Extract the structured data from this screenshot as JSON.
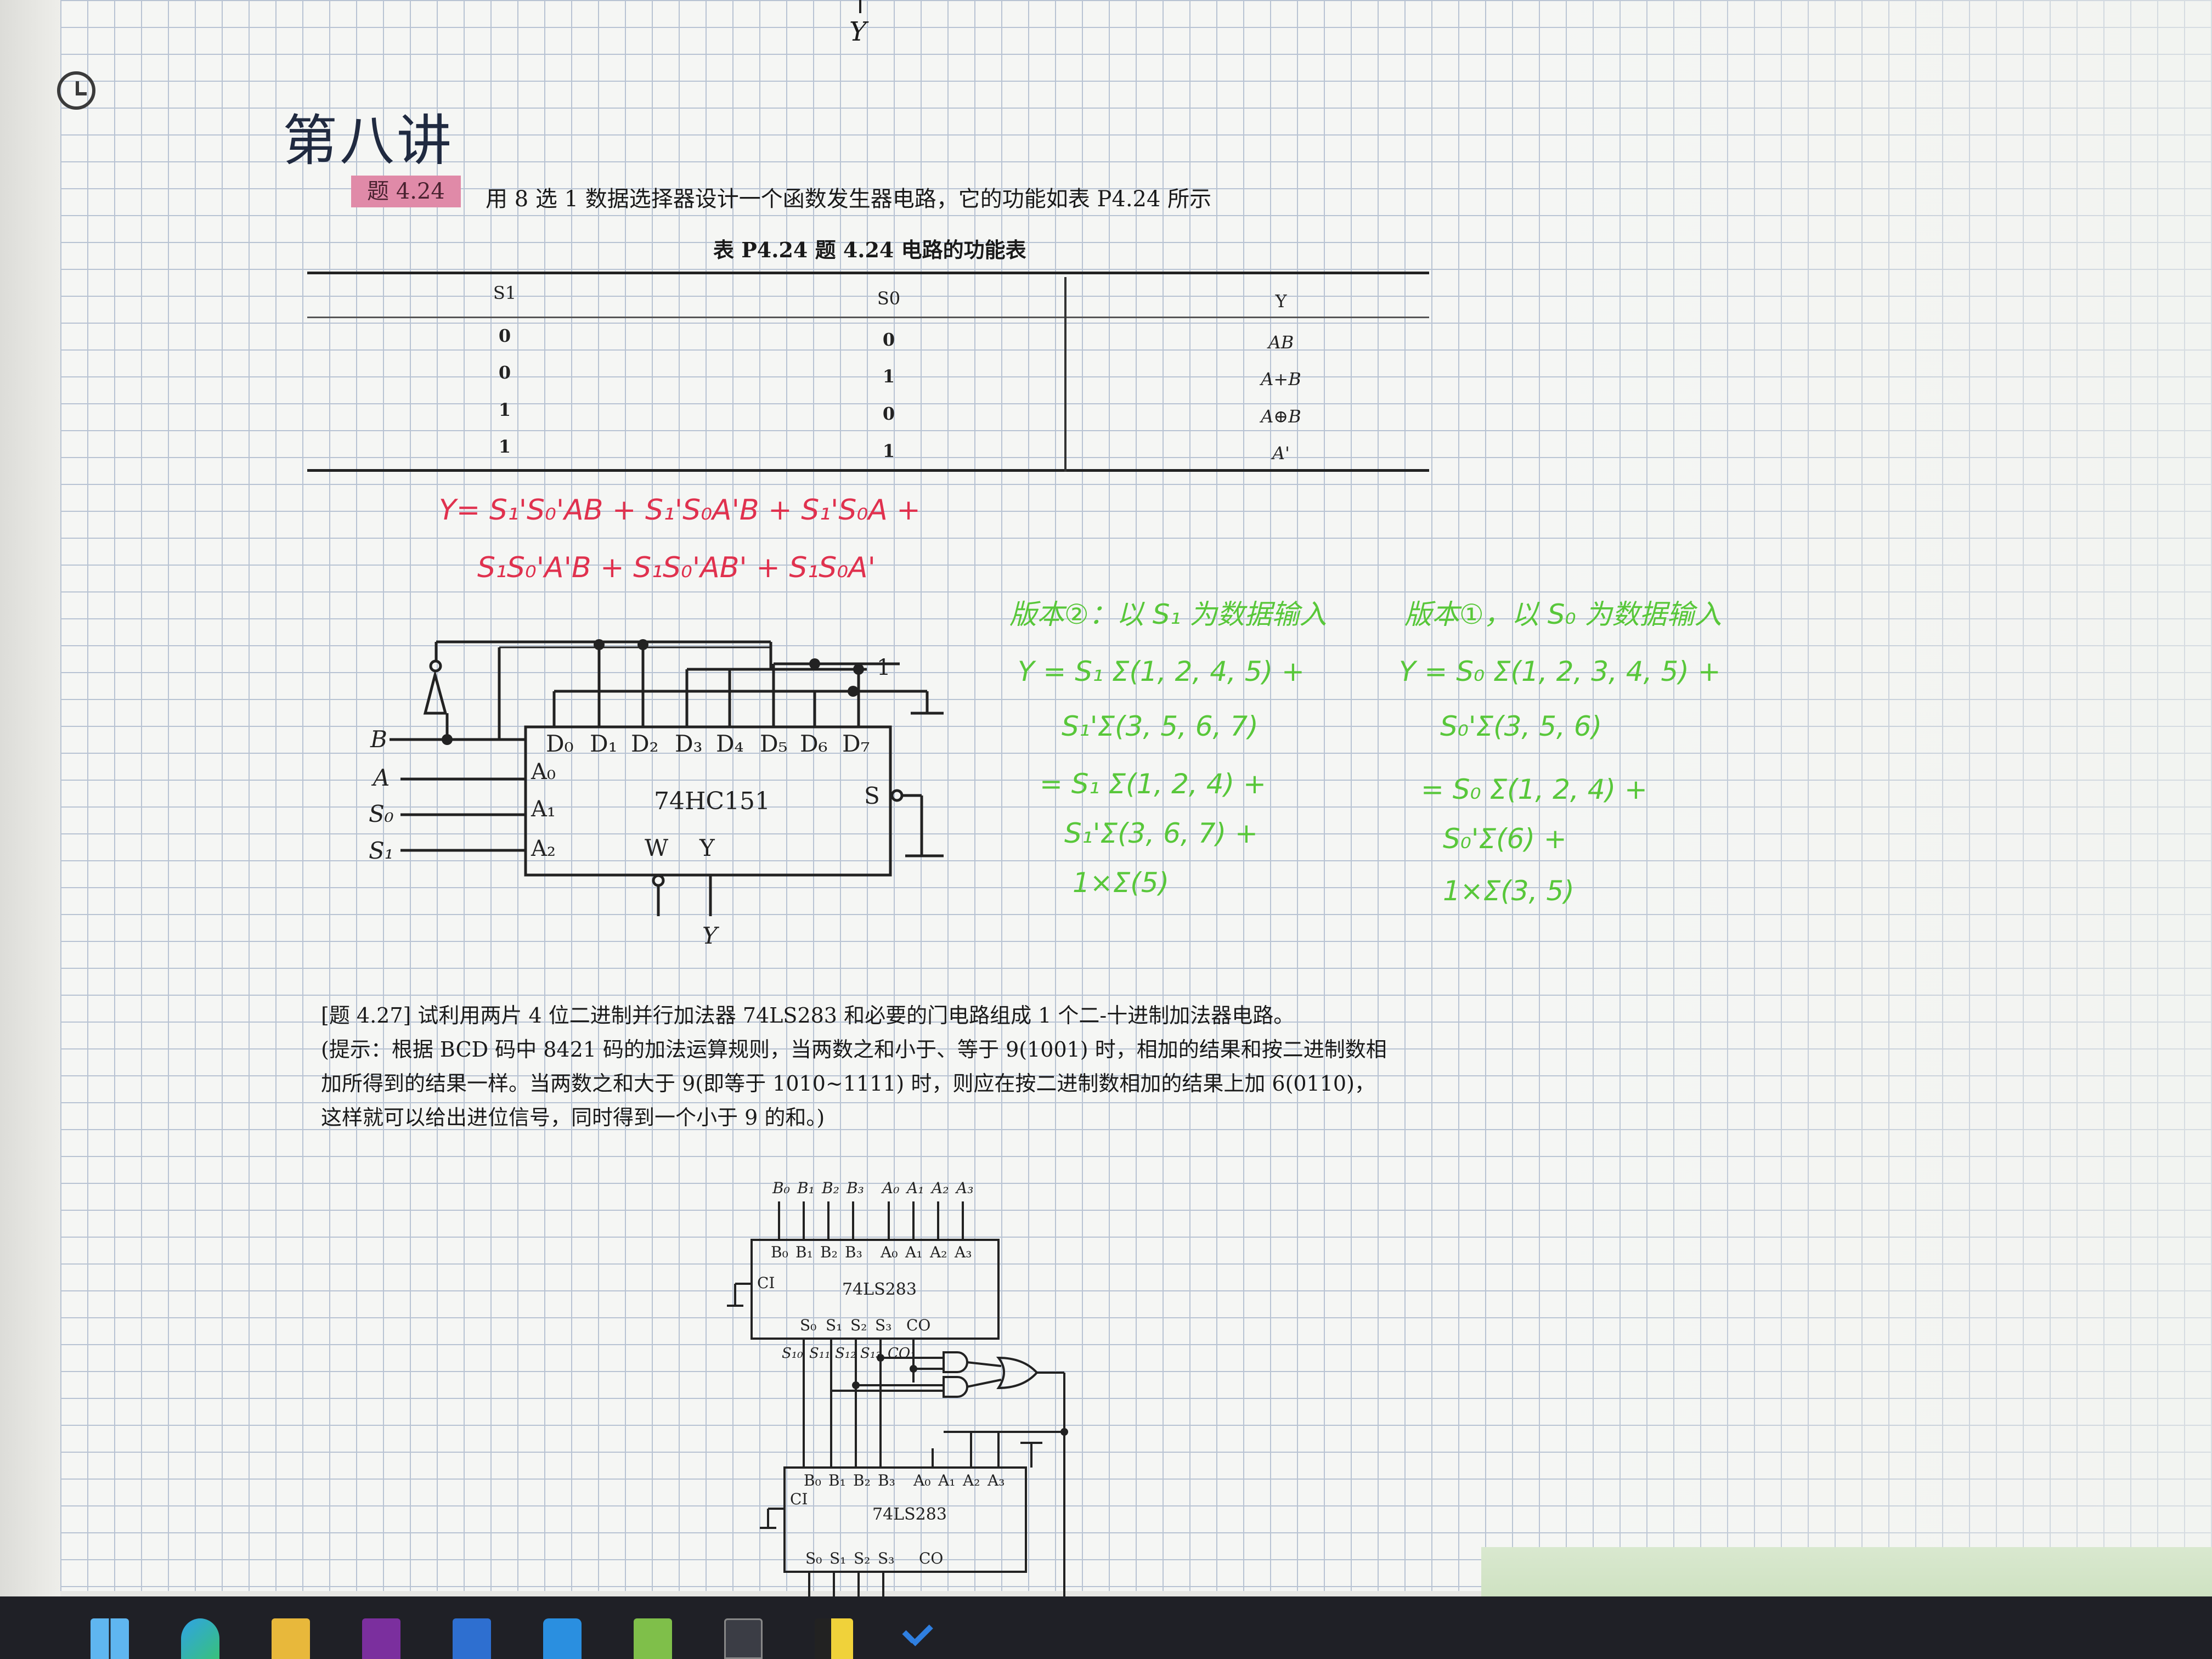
{
  "header": {
    "top_label": "Y"
  },
  "page": {
    "title": "第八讲"
  },
  "problem_424": {
    "label": "题 4.24",
    "text": "用 8 选 1 数据选择器设计一个函数发生器电路，它的功能如表 P4.24 所示",
    "table_caption": "表 P4.24   题 4.24 电路的功能表",
    "table": {
      "headers": [
        "S1",
        "S0",
        "Y"
      ],
      "rows": [
        [
          "0",
          "0",
          "AB"
        ],
        [
          "0",
          "1",
          "A+B"
        ],
        [
          "1",
          "0",
          "A⊕B"
        ],
        [
          "1",
          "1",
          "A'"
        ]
      ]
    }
  },
  "notes_red": {
    "line1": "Y= S₁'S₀'AB + S₁'S₀A'B + S₁'S₀A +",
    "line2": "S₁S₀'A'B + S₁S₀'AB' + S₁S₀A'"
  },
  "notes_green": {
    "v2_title": "版本②：以 S₁ 为数据输入",
    "v2_lines": [
      "Y = S₁ Σ(1, 2, 4, 5) +",
      "S₁'Σ(3, 5, 6, 7)",
      "= S₁ Σ(1, 2, 4) +",
      "S₁'Σ(3, 6, 7) +",
      "1×Σ(5)"
    ],
    "v1_title": "版本①，以 S₀ 为数据输入",
    "v1_lines": [
      "Y = S₀ Σ(1, 2, 3, 4, 5) +",
      "S₀'Σ(3, 5, 6)",
      "= S₀ Σ(1, 2, 4) +",
      "S₀'Σ(6) +",
      "1×Σ(3, 5)"
    ]
  },
  "circuit_151": {
    "chip": "74HC151",
    "data_pins": [
      "D₀",
      "D₁",
      "D₂",
      "D₃",
      "D₄",
      "D₅",
      "D₆",
      "D₇"
    ],
    "addr_pins": [
      "A₀",
      "A₁",
      "A₂"
    ],
    "inputs": [
      "B",
      "A",
      "S₀",
      "S₁"
    ],
    "pin_s": "S",
    "pin_w": "W",
    "pin_y": "Y",
    "out_label": "Y",
    "const_one": "1"
  },
  "problem_427": {
    "lines": [
      "[题 4.27]  试利用两片 4 位二进制并行加法器 74LS283 和必要的门电路组成 1 个二-十进制加法器电路。",
      "(提示：根据 BCD 码中 8421 码的加法运算规则，当两数之和小于、等于 9(1001) 时，相加的结果和按二进制数相",
      "加所得到的结果一样。当两数之和大于 9(即等于 1010~1111) 时，则应在按二进制数相加的结果上加 6(0110)，",
      "这样就可以给出进位信号，同时得到一个小于 9 的和。)"
    ]
  },
  "circuit_283": {
    "chip": "74LS283",
    "top_inputs": [
      "B₀",
      "B₁",
      "B₂",
      "B₃",
      "A₀",
      "A₁",
      "A₂",
      "A₃"
    ],
    "outputs": [
      "S₀",
      "S₁",
      "S₂",
      "S₃",
      "CO"
    ],
    "out_labels": [
      "S₁₀",
      "S₁₁",
      "S₁₂",
      "S₁₃",
      "CO₁"
    ],
    "ci": "CI"
  },
  "taskbar": {
    "icons": [
      "windows-start-icon",
      "edge-icon",
      "file-explorer-icon",
      "onenote-icon",
      "word-icon",
      "vscode-icon",
      "notepad-icon",
      "terminal-icon",
      "sticky-notes-icon",
      "todo-icon"
    ]
  }
}
